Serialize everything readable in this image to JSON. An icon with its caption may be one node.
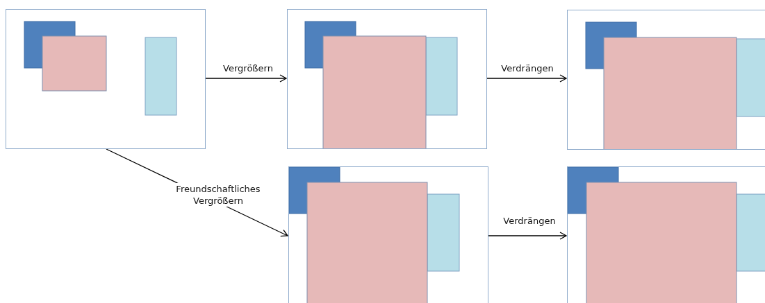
{
  "diagram": {
    "nodes": [
      {
        "text": [],
        "shape": "box"
      },
      {
        "text": [],
        "shape": "box"
      },
      {
        "text": [],
        "shape": "box"
      },
      {
        "text": [],
        "shape": "box"
      },
      {
        "text": [],
        "shape": "box"
      }
    ],
    "edges": [
      {
        "from": 0,
        "to": 1,
        "arrow": "to",
        "label": "Vergrößern"
      },
      {
        "from": 1,
        "to": 2,
        "arrow": "to",
        "label": "Verdrängen"
      },
      {
        "from": 0,
        "to": 3,
        "arrow": "to",
        "label": "Freundschaftliches Vergrößern"
      },
      {
        "from": 3,
        "to": 4,
        "arrow": "to",
        "label": "Verdrängen"
      }
    ]
  }
}
